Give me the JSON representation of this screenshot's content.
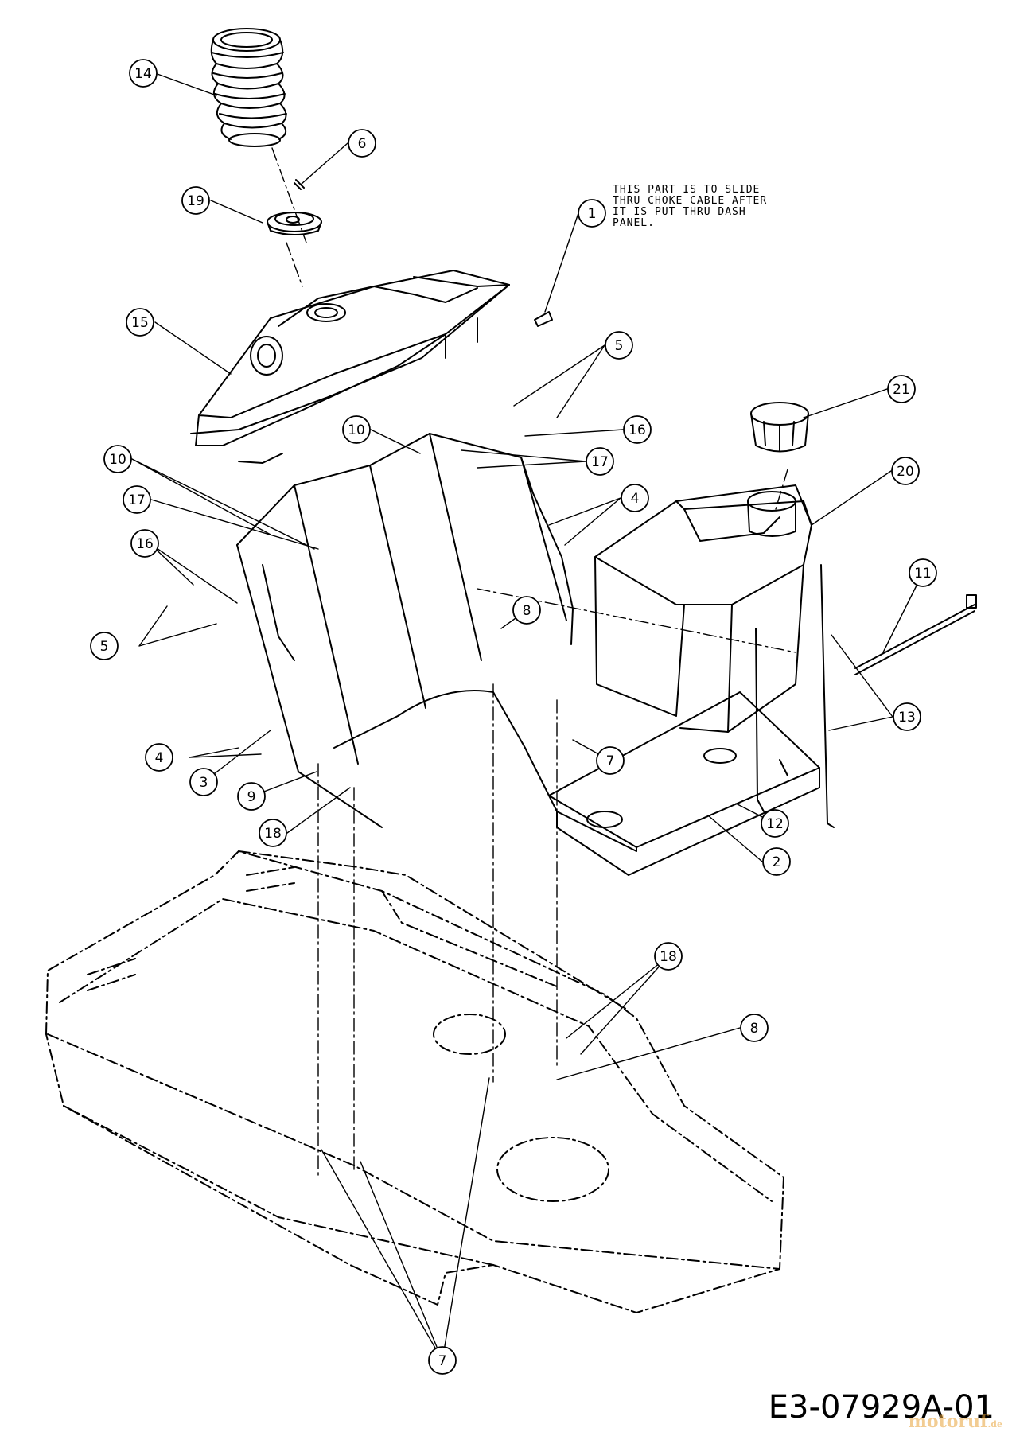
{
  "callouts": [
    {
      "label": "14"
    },
    {
      "label": "6"
    },
    {
      "label": "19"
    },
    {
      "label": "1"
    },
    {
      "label": "15"
    },
    {
      "label": "5"
    },
    {
      "label": "21"
    },
    {
      "label": "10"
    },
    {
      "label": "16"
    },
    {
      "label": "17"
    },
    {
      "label": "10"
    },
    {
      "label": "20"
    },
    {
      "label": "17"
    },
    {
      "label": "4"
    },
    {
      "label": "16"
    },
    {
      "label": "11"
    },
    {
      "label": "5"
    },
    {
      "label": "8"
    },
    {
      "label": "13"
    },
    {
      "label": "4"
    },
    {
      "label": "7"
    },
    {
      "label": "3"
    },
    {
      "label": "9"
    },
    {
      "label": "12"
    },
    {
      "label": "18"
    },
    {
      "label": "2"
    },
    {
      "label": "18"
    },
    {
      "label": "8"
    },
    {
      "label": "7"
    }
  ],
  "note": {
    "lines": [
      "THIS PART IS TO SLIDE",
      "THRU CHOKE CABLE AFTER",
      "IT IS PUT THRU DASH",
      "PANEL."
    ]
  },
  "drawing_number": "E3-07929A-01",
  "watermark": {
    "brand": "motoruf",
    "suffix": ".de"
  },
  "colors": {
    "line": "#000000",
    "background": "#ffffff",
    "watermark": "#e8a43a"
  }
}
